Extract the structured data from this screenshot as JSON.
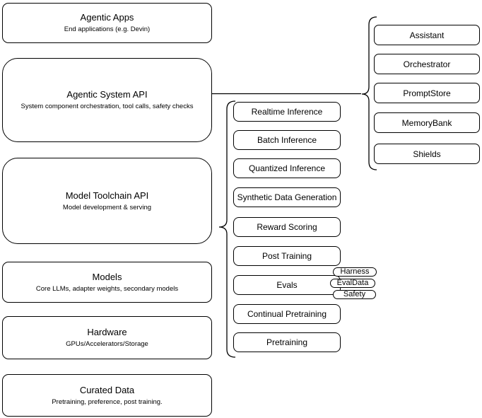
{
  "colors": {
    "stroke": "#000000",
    "fill": "#ffffff",
    "background": "#ffffff",
    "text": "#000000"
  },
  "stack": {
    "layers": [
      {
        "title": "Agentic Apps",
        "subtitle": "End applications (e.g. Devin)"
      },
      {
        "title": "Agentic System API",
        "subtitle": "System component orchestration, tool calls, safety checks"
      },
      {
        "title": "Model Toolchain API",
        "subtitle": "Model development & serving"
      },
      {
        "title": "Models",
        "subtitle": "Core LLMs, adapter weights, secondary models"
      },
      {
        "title": "Hardware",
        "subtitle": "GPUs/Accelerators/Storage"
      },
      {
        "title": "Curated Data",
        "subtitle": "Pretraining, preference, post training."
      }
    ]
  },
  "toolchain": {
    "items": [
      "Realtime Inference",
      "Batch Inference",
      "Quantized Inference",
      "Synthetic Data Generation",
      "Reward Scoring",
      "Post Training",
      "Evals",
      "Continual Pretraining",
      "Pretraining"
    ],
    "evals_tags": [
      "Harness",
      "EvalData",
      "Safety"
    ]
  },
  "system_components": {
    "items": [
      "Assistant",
      "Orchestrator",
      "PromptStore",
      "MemoryBank",
      "Shields"
    ]
  }
}
